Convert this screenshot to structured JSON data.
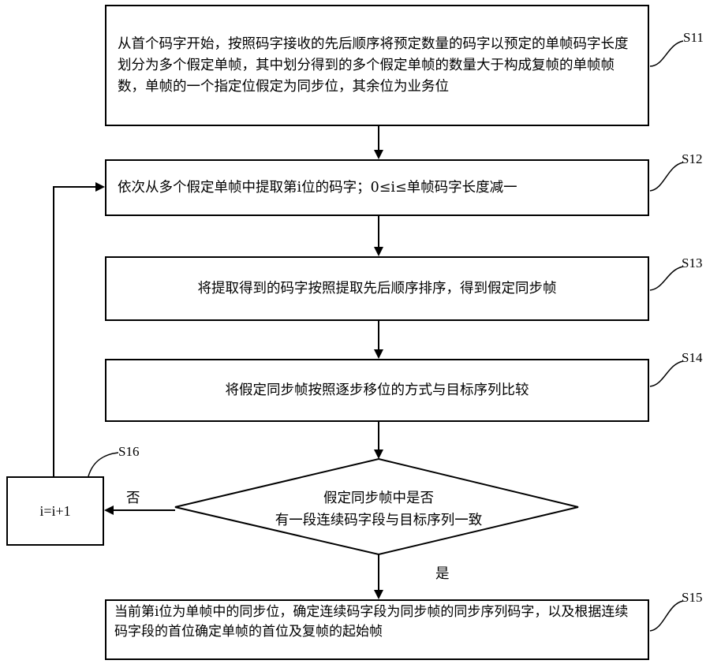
{
  "steps": {
    "s11": {
      "label": "S11",
      "text": "从首个码字开始，按照码字接收的先后顺序将预定数量的码字以预定的单帧码字长度划分为多个假定单帧，其中划分得到的多个假定单帧的数量大于构成复帧的单帧帧数，单帧的一个指定位假定为同步位，其余位为业务位"
    },
    "s12": {
      "label": "S12",
      "text": "依次从多个假定单帧中提取第i位的码字；0≤i≤单帧码字长度减一"
    },
    "s13": {
      "label": "S13",
      "text": "将提取得到的码字按照提取先后顺序排序，得到假定同步帧"
    },
    "s14": {
      "label": "S14",
      "text": "将假定同步帧按照逐步移位的方式与目标序列比较"
    },
    "decision": {
      "line1": "假定同步帧中是否",
      "line2": "有一段连续码字段与目标序列一致"
    },
    "s15": {
      "label": "S15",
      "text": "当前第i位为单帧中的同步位，确定连续码字段为同步帧的同步序列码字，以及根据连续码字段的首位确定单帧的首位及复帧的起始帧"
    },
    "s16": {
      "label": "S16",
      "text": "i=i+1"
    },
    "branches": {
      "no": "否",
      "yes": "是"
    }
  }
}
